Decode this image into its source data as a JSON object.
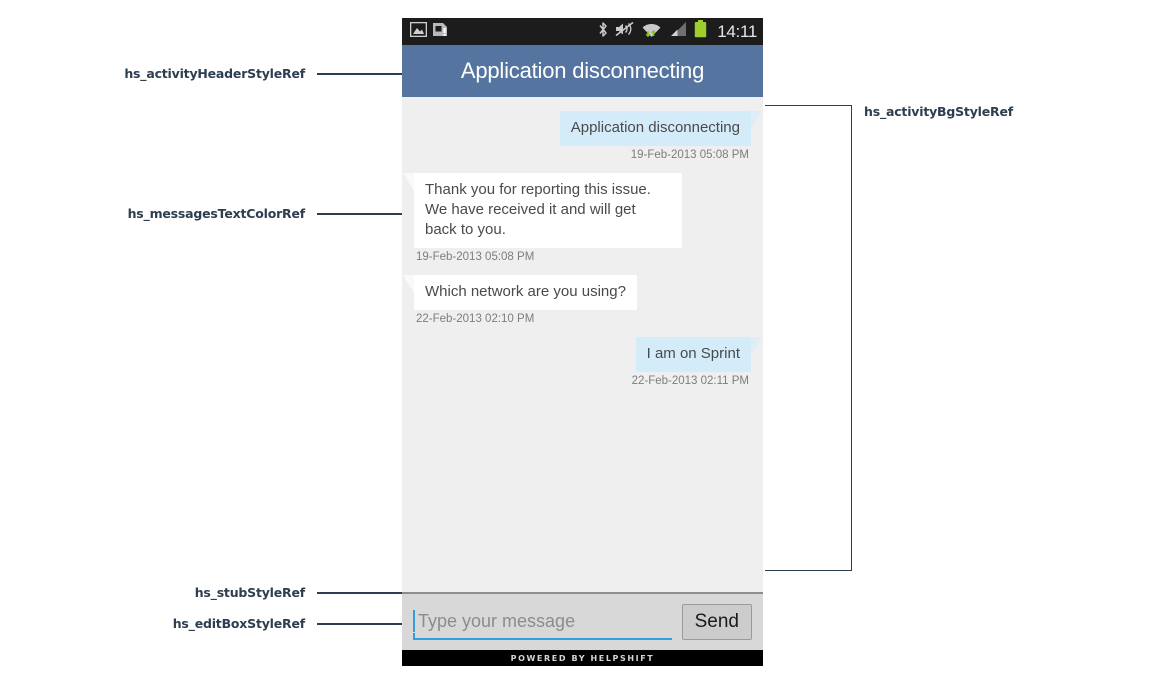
{
  "annotations": {
    "left": [
      {
        "id": "header-ref",
        "label": "hs_activityHeaderStyleRef"
      },
      {
        "id": "text-ref",
        "label": "hs_messagesTextColorRef"
      },
      {
        "id": "stub-ref",
        "label": "hs_stubStyleRef"
      },
      {
        "id": "editbox-ref",
        "label": "hs_editBoxStyleRef"
      }
    ],
    "right": [
      {
        "id": "bg-ref",
        "label": "hs_activityBgStyleRef"
      }
    ],
    "line_color": "#2c3e50"
  },
  "phone": {
    "statusbar": {
      "left_icons": [
        {
          "name": "gallery-image-icon"
        },
        {
          "name": "sim-card-alert-icon"
        }
      ],
      "right_icons": [
        {
          "name": "bluetooth-icon"
        },
        {
          "name": "volume-mute-icon"
        },
        {
          "name": "wifi-icon"
        },
        {
          "name": "cellular-signal-icon"
        },
        {
          "name": "battery-full-icon"
        }
      ],
      "clock": "14:11",
      "background": "#1c1c1c",
      "battery_color": "#9ece2e"
    },
    "header": {
      "title": "Application disconnecting",
      "background": "#55749f",
      "text_color": "#ffffff"
    },
    "chat": {
      "background": "#efefef",
      "outgoing_bubble_color": "#d4ecfa",
      "incoming_bubble_color": "#ffffff",
      "message_text_color": "#4a4a4a",
      "timestamp_color": "#7d7d7d",
      "messages": [
        {
          "direction": "out",
          "text": "Application disconnecting",
          "timestamp": "19-Feb-2013 05:08 PM"
        },
        {
          "direction": "in",
          "text": "Thank you for reporting this issue. We have received it and will get back to you.",
          "timestamp": "19-Feb-2013 05:08 PM"
        },
        {
          "direction": "in",
          "text": "Which network are you using?",
          "timestamp": "22-Feb-2013 02:10 PM"
        },
        {
          "direction": "out",
          "text": "I am on Sprint",
          "timestamp": "22-Feb-2013 02:11 PM"
        }
      ]
    },
    "compose": {
      "placeholder": "Type your message",
      "value": "",
      "send_label": "Send",
      "accent_color": "#2f9fe0",
      "bar_background": "#d8d8d8"
    },
    "footer": {
      "text": "POWERED BY HELPSHIFT",
      "background": "#000000"
    }
  }
}
